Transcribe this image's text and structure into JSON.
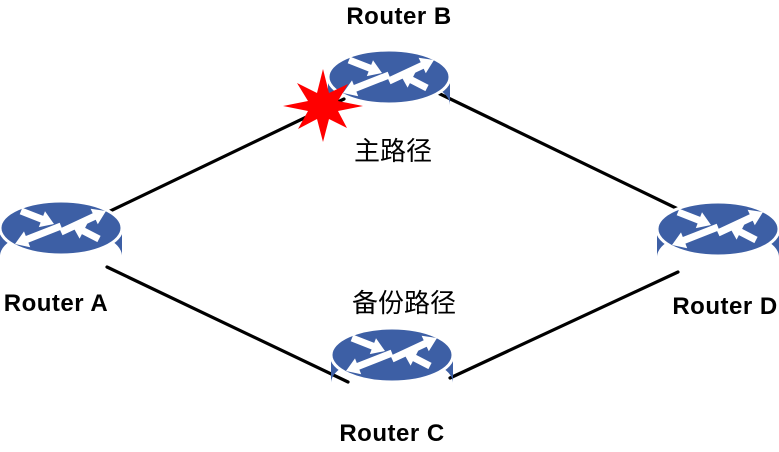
{
  "diagram": {
    "type": "network-topology",
    "nodes": [
      {
        "id": "router-a",
        "label": "Router A"
      },
      {
        "id": "router-b",
        "label": "Router B"
      },
      {
        "id": "router-c",
        "label": "Router C"
      },
      {
        "id": "router-d",
        "label": "Router D"
      }
    ],
    "links": [
      {
        "from": "router-a",
        "to": "router-b"
      },
      {
        "from": "router-b",
        "to": "router-d"
      },
      {
        "from": "router-a",
        "to": "router-c"
      },
      {
        "from": "router-c",
        "to": "router-d"
      }
    ],
    "paths": [
      {
        "id": "primary",
        "label": "主路径",
        "via": "router-b"
      },
      {
        "id": "backup",
        "label": "备份路径",
        "via": "router-c"
      }
    ],
    "icons": {
      "router": "router-cylinder-arrows-icon",
      "failure": "explosion-burst-icon"
    },
    "colors": {
      "router_fill": "#3D5FA5",
      "router_detail": "#FFFFFF",
      "link": "#000000",
      "failure": "#FF0000",
      "text": "#000000",
      "background": "#FFFFFF"
    }
  }
}
